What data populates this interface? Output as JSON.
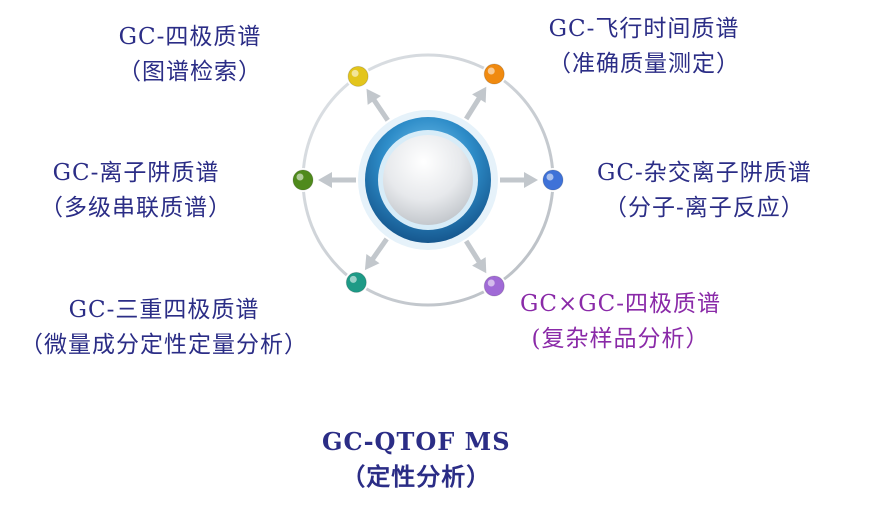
{
  "colors": {
    "text": "#2b2d86",
    "highlight_text": "#8a2aa8",
    "ring": "#cfd1d4",
    "arrow": "#c2c7cc",
    "hub_outer": "#1e6fae",
    "hub_mid": "#5fb5e6",
    "hub_center": "#eef0f2"
  },
  "nodes": [
    {
      "id": "gc-quadrupole-ms",
      "line1": "GC-四极质谱",
      "line2": "（图谱检索）",
      "dot_color": "#e3c51c",
      "highlight": false
    },
    {
      "id": "gc-tof-ms",
      "line1": "GC-飞行时间质谱",
      "line2": "（准确质量测定）",
      "dot_color": "#f08a10",
      "highlight": false
    },
    {
      "id": "gc-ion-trap-ms",
      "line1": "GC-离子阱质谱",
      "line2": "（多级串联质谱）",
      "dot_color": "#4f8a1c",
      "highlight": false
    },
    {
      "id": "gc-hybrid-ion-trap-ms",
      "line1": "GC-杂交离子阱质谱",
      "line2": "（分子-离子反应）",
      "dot_color": "#3f72d8",
      "highlight": false
    },
    {
      "id": "gc-triple-quad-ms",
      "line1": "GC-三重四极质谱",
      "line2": "（微量成分定性定量分析）",
      "dot_color": "#1e9a86",
      "highlight": false
    },
    {
      "id": "gcxgc-quad-ms",
      "line1": "GC×GC-四极质谱",
      "line2": "(复杂样品分析）",
      "dot_color": "#a06ad6",
      "highlight": true
    }
  ],
  "bottom": {
    "line1": "GC-QTOF MS",
    "line2": "（定性分析）"
  }
}
